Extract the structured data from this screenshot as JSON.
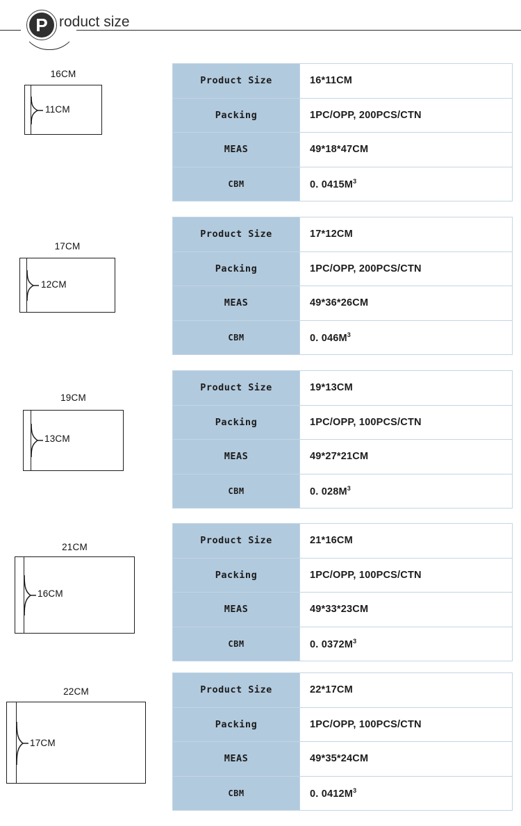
{
  "header": {
    "badge_letter": "P",
    "title": "roduct size",
    "full_title": "Product size"
  },
  "labels": {
    "product_size": "Product Size",
    "packing": "Packing",
    "meas": "MEAS",
    "cbm": "CBM",
    "cbm_unit": "M",
    "cbm_exponent": "3"
  },
  "blocks": [
    {
      "diagram": {
        "width_label": "16CM",
        "height_label": "11CM"
      },
      "rows": {
        "product_size": "16*11CM",
        "packing": "1PC/OPP, 200PCS/CTN",
        "meas": "49*18*47CM",
        "cbm_value": "0. 0415M"
      }
    },
    {
      "diagram": {
        "width_label": "17CM",
        "height_label": "12CM"
      },
      "rows": {
        "product_size": "17*12CM",
        "packing": "1PC/OPP, 200PCS/CTN",
        "meas": "49*36*26CM",
        "cbm_value": "0. 046M"
      }
    },
    {
      "diagram": {
        "width_label": "19CM",
        "height_label": "13CM"
      },
      "rows": {
        "product_size": "19*13CM",
        "packing": "1PC/OPP, 100PCS/CTN",
        "meas": "49*27*21CM",
        "cbm_value": "0. 028M"
      }
    },
    {
      "diagram": {
        "width_label": "21CM",
        "height_label": "16CM"
      },
      "rows": {
        "product_size": "21*16CM",
        "packing": "1PC/OPP, 100PCS/CTN",
        "meas": "49*33*23CM",
        "cbm_value": "0. 0372M"
      }
    },
    {
      "diagram": {
        "width_label": "22CM",
        "height_label": "17CM"
      },
      "rows": {
        "product_size": "22*17CM",
        "packing": "1PC/OPP, 100PCS/CTN",
        "meas": "49*35*24CM",
        "cbm_value": "0. 0412M"
      }
    }
  ],
  "colors": {
    "label_cell_bg": "#b2cade",
    "table_border": "#c2d6e4",
    "value_cell_bg": "#ffffff",
    "outline": "#1d1d1d",
    "badge": "#2f2f2f",
    "page_bg": "#ffffff"
  }
}
